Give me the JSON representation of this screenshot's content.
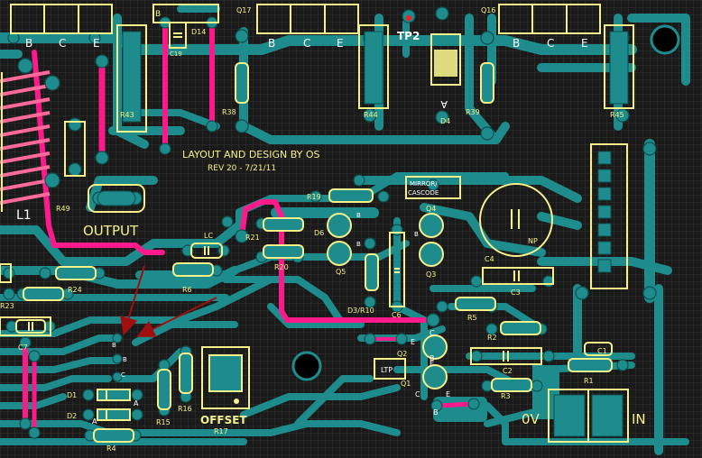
{
  "credit": {
    "line1": "LAYOUT AND DESIGN BY OS",
    "line2": "REV 20 - 7/21/11"
  },
  "labels": {
    "transistor_b": "B",
    "transistor_c": "C",
    "transistor_e": "E",
    "q17": "Q17",
    "q16": "Q16",
    "d14": "D14",
    "c19": "C19",
    "tp2": "TP2",
    "d4": "D4",
    "a": "A",
    "r43": "R43",
    "r38": "R38",
    "r44": "R44",
    "r39": "R39",
    "r45": "R45",
    "l1": "L1",
    "r49": "R49",
    "output": "OUTPUT",
    "mirror": "MIRROR/",
    "cascode": "CASCODE",
    "r19": "R19",
    "r21": "R21",
    "d6": "D6",
    "q5": "Q5",
    "q4": "Q4",
    "q3": "Q3",
    "r20": "R20",
    "lc": "LC",
    "c4": "C4",
    "np": "NP",
    "c3": "C3",
    "r24": "R24",
    "r6": "R6",
    "d3r10": "D3/R10",
    "c6": "C6",
    "r23": "R23",
    "r5": "R5",
    "q2": "Q2",
    "r2": "R2",
    "c1": "C1",
    "c7": "C7",
    "ltp": "LTP",
    "c2": "C2",
    "q1": "Q1",
    "r1": "R1",
    "r3": "R3",
    "d1": "D1",
    "d2": "D2",
    "r4": "R4",
    "r15": "R15",
    "r16": "R16",
    "offset": "OFFSET",
    "r17": "R17",
    "ov": "0V",
    "in": "IN"
  },
  "colors": {
    "background": "#1a1a1a",
    "grid": "#3a3a3a",
    "copper": "#1e8c8c",
    "silkscreen": "#f5f08a",
    "jumper": "#ff1a8c",
    "arrow": "#a01010",
    "hole": "#000000"
  }
}
